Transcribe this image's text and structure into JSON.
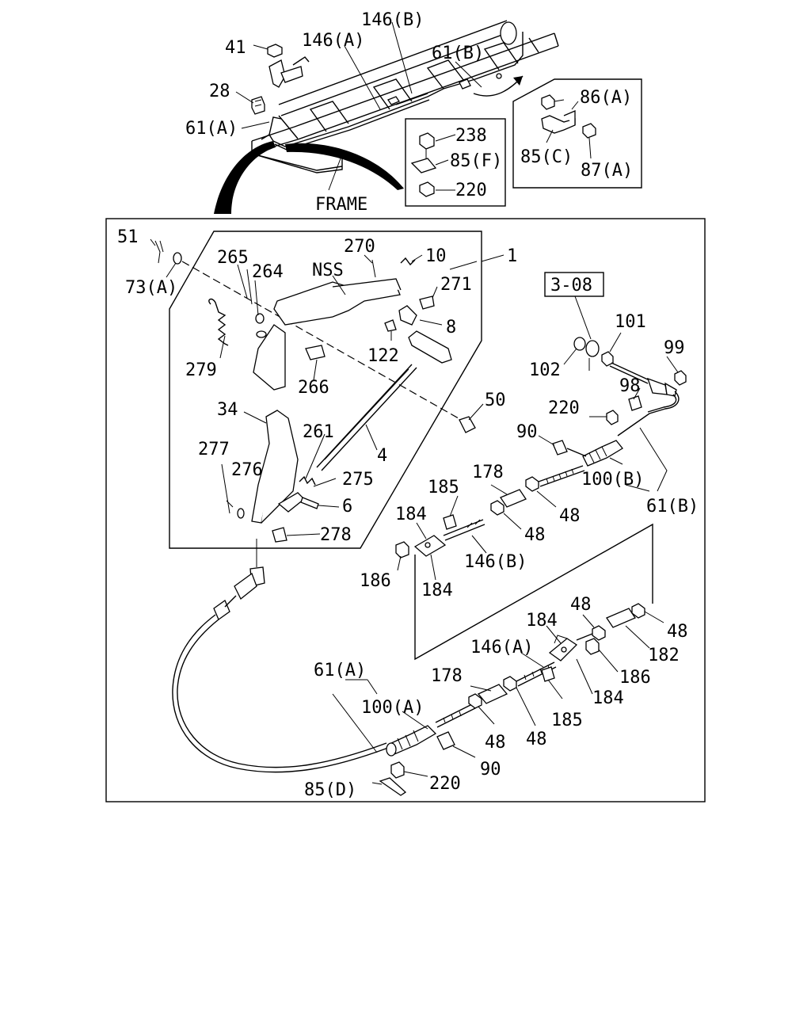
{
  "callouts": {
    "c41": "41",
    "c146a_top": "146(A)",
    "c146b_top": "146(B)",
    "c61b_top": "61(B)",
    "c28": "28",
    "c61a_top": "61(A)",
    "c86a": "86(A)",
    "c85c": "85(C)",
    "c87a": "87(A)",
    "c238": "238",
    "c85f": "85(F)",
    "c220_inset": "220",
    "frame": "FRAME",
    "c51": "51",
    "c73a": "73(A)",
    "c265": "265",
    "c264": "264",
    "nss": "NSS",
    "c270": "270",
    "c10": "10",
    "c1": "1",
    "c271": "271",
    "c8": "8",
    "c122": "122",
    "c279": "279",
    "c266": "266",
    "c50": "50",
    "c34": "34",
    "c261": "261",
    "c4": "4",
    "c277": "277",
    "c276": "276",
    "c275": "275",
    "c6": "6",
    "c278": "278",
    "ref308": "3-08",
    "c101": "101",
    "c99": "99",
    "c102": "102",
    "c98": "98",
    "c220_b": "220",
    "c90_b": "90",
    "c100b": "100(B)",
    "c61b": "61(B)",
    "c178_b": "178",
    "c185_b": "185",
    "c48_b1": "48",
    "c48_b2": "48",
    "c184_b1": "184",
    "c146b": "146(B)",
    "c186_b": "186",
    "c184_b2": "184",
    "c184_a1": "184",
    "c48_a1": "48",
    "c48_a2": "48",
    "c146a": "146(A)",
    "c182": "182",
    "c61a": "61(A)",
    "c178_a": "178",
    "c186_a": "186",
    "c100a": "100(A)",
    "c184_a2": "184",
    "c185_a": "185",
    "c48_a3": "48",
    "c48_a4": "48",
    "c90_a": "90",
    "c220_a": "220",
    "c85d": "85(D)"
  }
}
